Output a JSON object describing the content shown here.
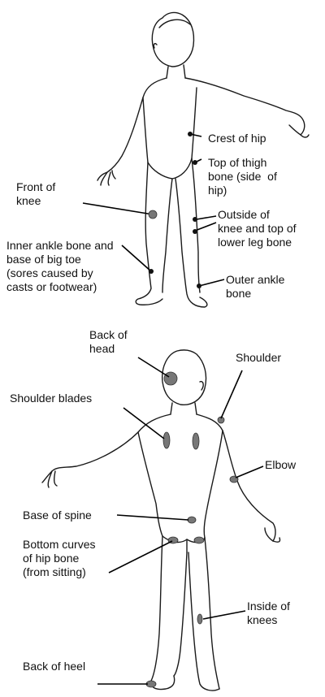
{
  "front_view": {
    "labels": {
      "crest_of_hip": "Crest of hip",
      "top_of_thigh_bone": "Top of thigh\nbone (side  of\nhip)",
      "front_of_knee": "Front of\nknee",
      "outside_of_knee": "Outside of\nknee and top of\nlower leg bone",
      "inner_ankle": "Inner ankle bone and\nbase of big toe\n(sores caused by\ncasts or footwear)",
      "outer_ankle": "Outer ankle\nbone"
    }
  },
  "back_view": {
    "labels": {
      "back_of_head": "Back of\nhead",
      "shoulder": "Shoulder",
      "shoulder_blades": "Shoulder blades",
      "elbow": "Elbow",
      "base_of_spine": "Base of spine",
      "bottom_curves_hip": "Bottom curves\nof hip bone\n(from sitting)",
      "inside_of_knees": "Inside of\nknees",
      "back_of_heel": "Back of heel"
    }
  }
}
